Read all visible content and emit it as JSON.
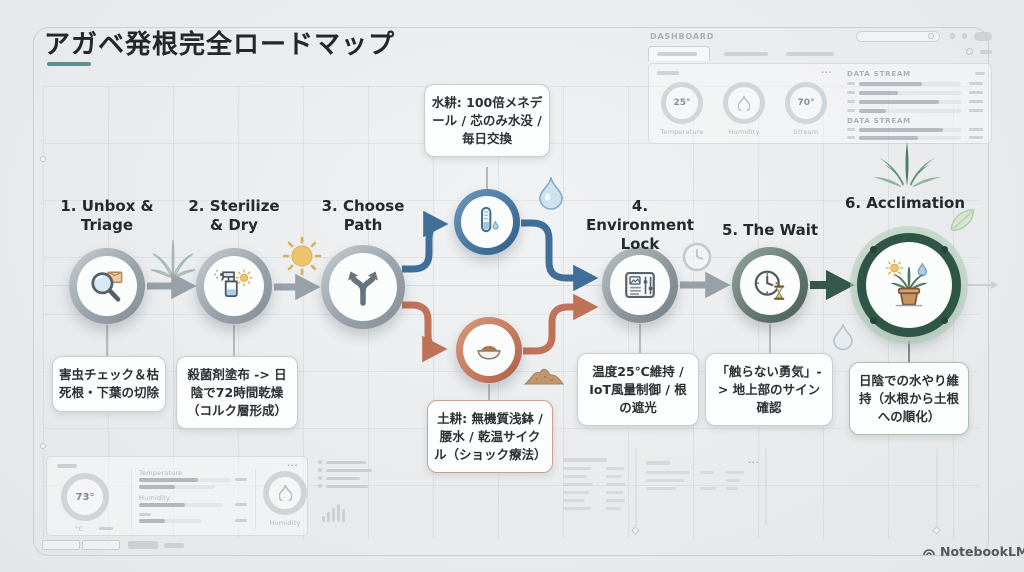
{
  "title": {
    "text": "アガベ発根完全ロードマップ"
  },
  "watermark": {
    "brand": "NotebookLM"
  },
  "steps": [
    {
      "label": "1. Unbox & Triage",
      "icon": "magnifier-box-icon",
      "note": "害虫チェック＆枯死根・下葉の切除"
    },
    {
      "label": "2. Sterilize & Dry",
      "icon": "spray-sun-icon",
      "note": "殺菌剤塗布 -> 日陰で72時間乾燥（コルク層形成）"
    },
    {
      "label": "3. Choose Path",
      "icon": "fork-path-icon",
      "note": ""
    },
    {
      "label": "4. Environment Lock",
      "icon": "env-controls-icon",
      "note": "温度25℃維持 / IoT風量制御 / 根の遮光"
    },
    {
      "label": "5. The Wait",
      "icon": "clock-hourglass-icon",
      "note": "「触らない勇気」-> 地上部のサイン確認"
    },
    {
      "label": "6. Acclimation",
      "icon": "potted-agave-icon",
      "note": "日陰での水やり維持（水根から土根への順化）"
    }
  ],
  "branches": {
    "water": {
      "color": "#3f6f99",
      "icon": "test-tube-icon",
      "note": "水耕: 100倍メネデール / 芯のみ水没 / 毎日交換"
    },
    "soil": {
      "color": "#bf7257",
      "icon": "soil-bowl-icon",
      "note": "土耕: 無機質浅鉢 / 腰水 / 乾温サイクル（ショック療法）"
    }
  },
  "dashboard_top": {
    "title": "DASHBOARD",
    "gauges": [
      {
        "value": "25°",
        "label": "Temperature"
      },
      {
        "value": "",
        "label": "Humidity",
        "icon": "droplet-icon"
      },
      {
        "value": "70°",
        "label": "Stream"
      }
    ],
    "streams": [
      {
        "title": "DATA STREAM"
      },
      {
        "title": "DATA STREAM"
      }
    ],
    "ellipsis": "..."
  },
  "dashboard_bottom": {
    "gauge_value": "73°",
    "gauge_unit": "°C",
    "rows": [
      {
        "label": "Temperature"
      },
      {
        "label": "Humidity"
      }
    ],
    "right_gauge_label": "Humidity",
    "ellipsis": "..."
  },
  "colors": {
    "background": "#e9ebed",
    "accent_underline": "#5f8d93",
    "arrow_gray": "#98a1a8",
    "water_blue": "#3f6f99",
    "soil_orange": "#bf7257",
    "final_green": "#35584a",
    "halo_green": "#cde0d2",
    "box_border": "#c7cdd1",
    "text_dark": "#24292d"
  }
}
